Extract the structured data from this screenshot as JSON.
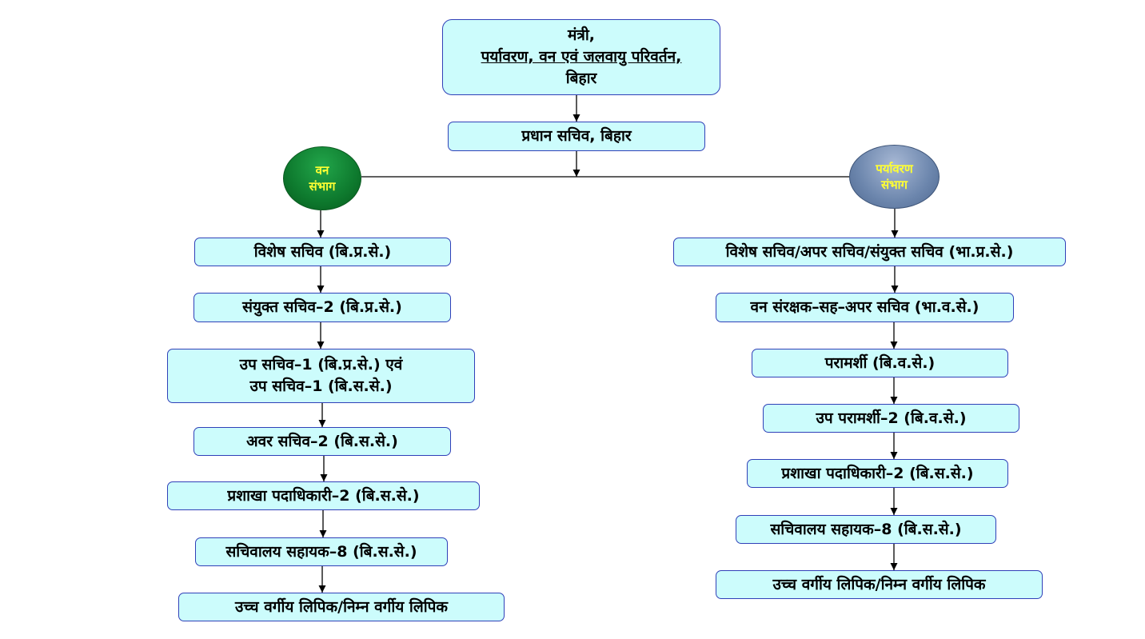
{
  "minister": {
    "line1": "मंत्री,",
    "line2": "पर्यावरण, वन एवं जलवायु परिवर्तन,",
    "line3": "बिहार"
  },
  "principal_secretary": "प्रधान सचिव, बिहार",
  "forest_division": {
    "line1": "वन",
    "line2": "संभाग"
  },
  "environment_division": {
    "line1": "पर्यावरण",
    "line2": "संभाग"
  },
  "forest_chain": [
    {
      "lines": [
        "विशेष सचिव (बि.प्र.से.)"
      ]
    },
    {
      "lines": [
        "संयुक्त सचिव–2 (बि.प्र.से.)"
      ]
    },
    {
      "lines": [
        "उप सचिव–1 (बि.प्र.से.) एवं",
        "उप सचिव–1 (बि.स.से.)"
      ]
    },
    {
      "lines": [
        "अवर सचिव–2 (बि.स.से.)"
      ]
    },
    {
      "lines": [
        "प्रशाखा पदाधिकारी–2 (बि.स.से.)"
      ]
    },
    {
      "lines": [
        "सचिवालय सहायक–8 (बि.स.से.)"
      ]
    },
    {
      "lines": [
        "उच्च वर्गीय लिपिक/निम्न वर्गीय लिपिक"
      ]
    }
  ],
  "environment_chain": [
    {
      "lines": [
        "विशेष सचिव/अपर सचिव/संयुक्त सचिव (भा.प्र.से.)"
      ]
    },
    {
      "lines": [
        "वन संरक्षक–सह–अपर सचिव (भा.व.से.)"
      ]
    },
    {
      "lines": [
        "परामर्शी (बि.व.से.)"
      ]
    },
    {
      "lines": [
        "उप परामर्शी–2 (बि.व.से.)"
      ]
    },
    {
      "lines": [
        "प्रशाखा पदाधिकारी–2 (बि.स.से.)"
      ]
    },
    {
      "lines": [
        "सचिवालय सहायक–8 (बि.स.से.)"
      ]
    },
    {
      "lines": [
        "उच्च वर्गीय लिपिक/निम्न वर्गीय लिपिक"
      ]
    }
  ],
  "colors": {
    "box_fill": "#ccfcfc",
    "box_border": "#3040b8",
    "forest_circle": "#0e7a2e",
    "environment_circle": "#6c86ad",
    "circle_text": "#ffff33",
    "connector": "#000000"
  }
}
